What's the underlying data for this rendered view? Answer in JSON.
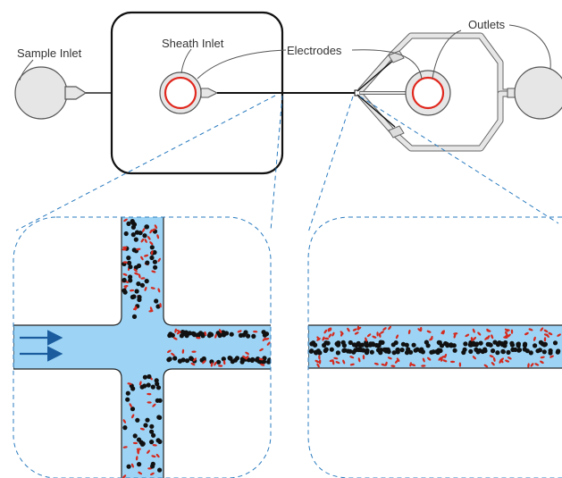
{
  "labels": {
    "sample_inlet": "Sample Inlet",
    "sheath_inlet": "Sheath Inlet",
    "electrodes": "Electrodes",
    "outlets": "Outlets"
  },
  "colors": {
    "fluid": "#9dd4f5",
    "electrode": "#e0281e",
    "reservoir": "#e6e6e6",
    "particle_dark": "#111111",
    "particle_red": "#d42a1f",
    "zoom_line": "#2a7bbf"
  },
  "icons": {
    "flow_arrow": "arrow-right-icon"
  }
}
